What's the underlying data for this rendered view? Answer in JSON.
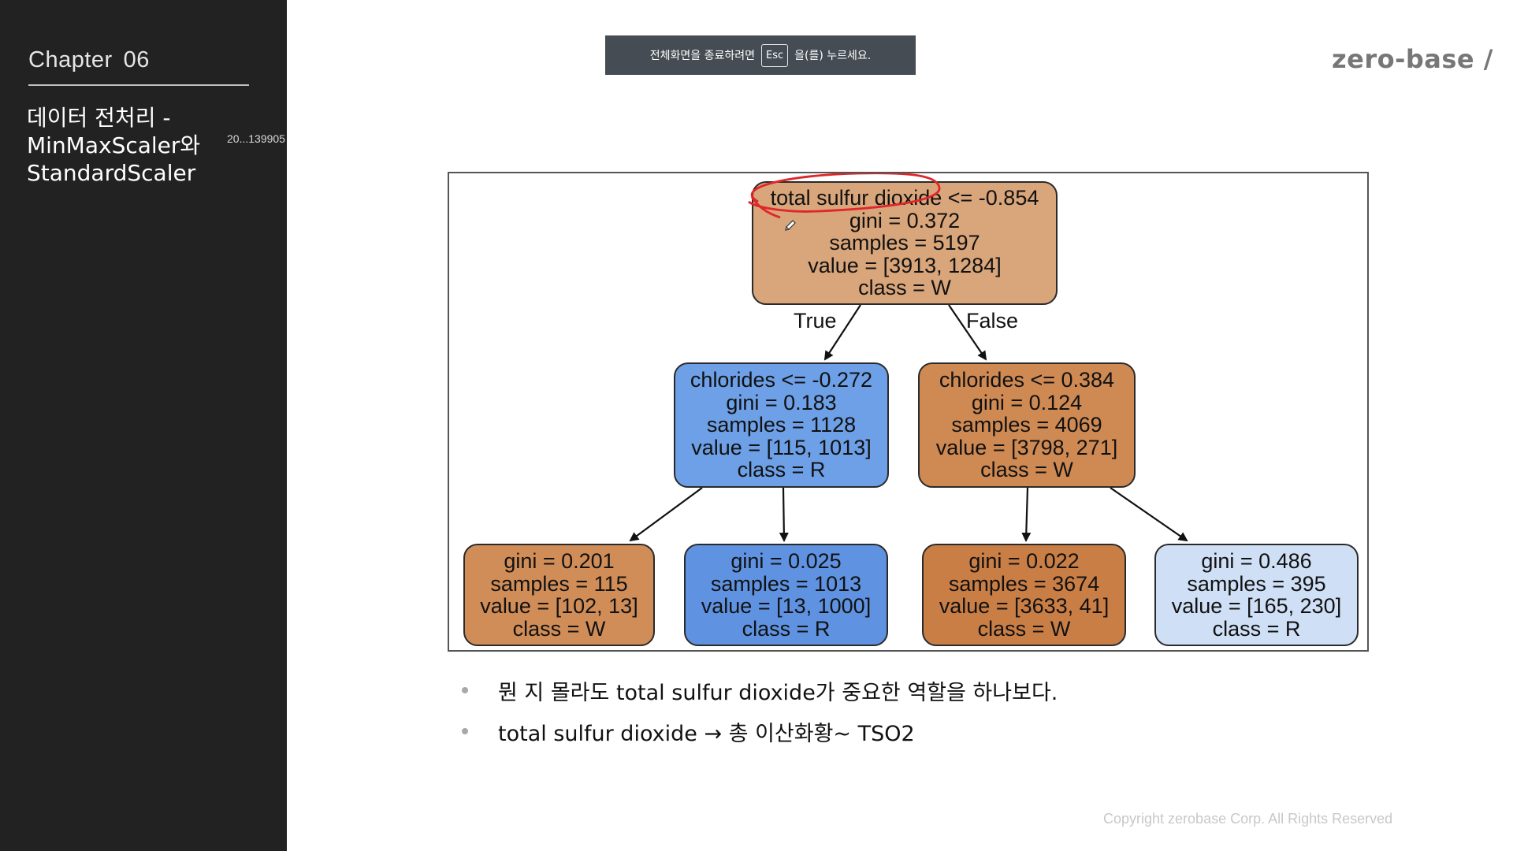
{
  "sidebar": {
    "chapter_label": "Chapter",
    "chapter_number": "06",
    "lesson_title": "데이터 전처리 -\nMinMaxScaler와\nStandardScaler"
  },
  "watermark": "20...139905",
  "toast": {
    "prefix": "전체화면을 종료하려면",
    "key": "Esc",
    "suffix": "을(를) 누르세요."
  },
  "logo": "zero-base /",
  "tree": {
    "edge_labels": {
      "true": "True",
      "false": "False"
    },
    "nodes": [
      {
        "id": "root",
        "color": "#d9a57a",
        "lines": [
          "total sulfur dioxide <= -0.854",
          "gini = 0.372",
          "samples = 5197",
          "value = [3913, 1284]",
          "class = W"
        ]
      },
      {
        "id": "left",
        "color": "#6da0e6",
        "lines": [
          "chlorides <= -0.272",
          "gini = 0.183",
          "samples = 1128",
          "value = [115, 1013]",
          "class = R"
        ]
      },
      {
        "id": "right",
        "color": "#cf8a54",
        "lines": [
          "chlorides <= 0.384",
          "gini = 0.124",
          "samples = 4069",
          "value = [3798, 271]",
          "class = W"
        ]
      },
      {
        "id": "ll",
        "color": "#d08d58",
        "lines": [
          "gini = 0.201",
          "samples = 115",
          "value = [102, 13]",
          "class = W"
        ]
      },
      {
        "id": "lr",
        "color": "#5f93e2",
        "lines": [
          "gini = 0.025",
          "samples = 1013",
          "value = [13, 1000]",
          "class = R"
        ]
      },
      {
        "id": "rl",
        "color": "#c97e46",
        "lines": [
          "gini = 0.022",
          "samples = 3674",
          "value = [3633, 41]",
          "class = W"
        ]
      },
      {
        "id": "rr",
        "color": "#cfe0f6",
        "lines": [
          "gini = 0.486",
          "samples = 395",
          "value = [165, 230]",
          "class = R"
        ]
      }
    ],
    "annotation_color": "#e0262a"
  },
  "bullets": [
    "뭔 지 몰라도 total sulfur dioxide가 중요한 역할을 하나보다.",
    "total sulfur dioxide → 총 이산화황~ TSO2"
  ],
  "copyright": "Copyright zerobase Corp. All Rights Reserved"
}
